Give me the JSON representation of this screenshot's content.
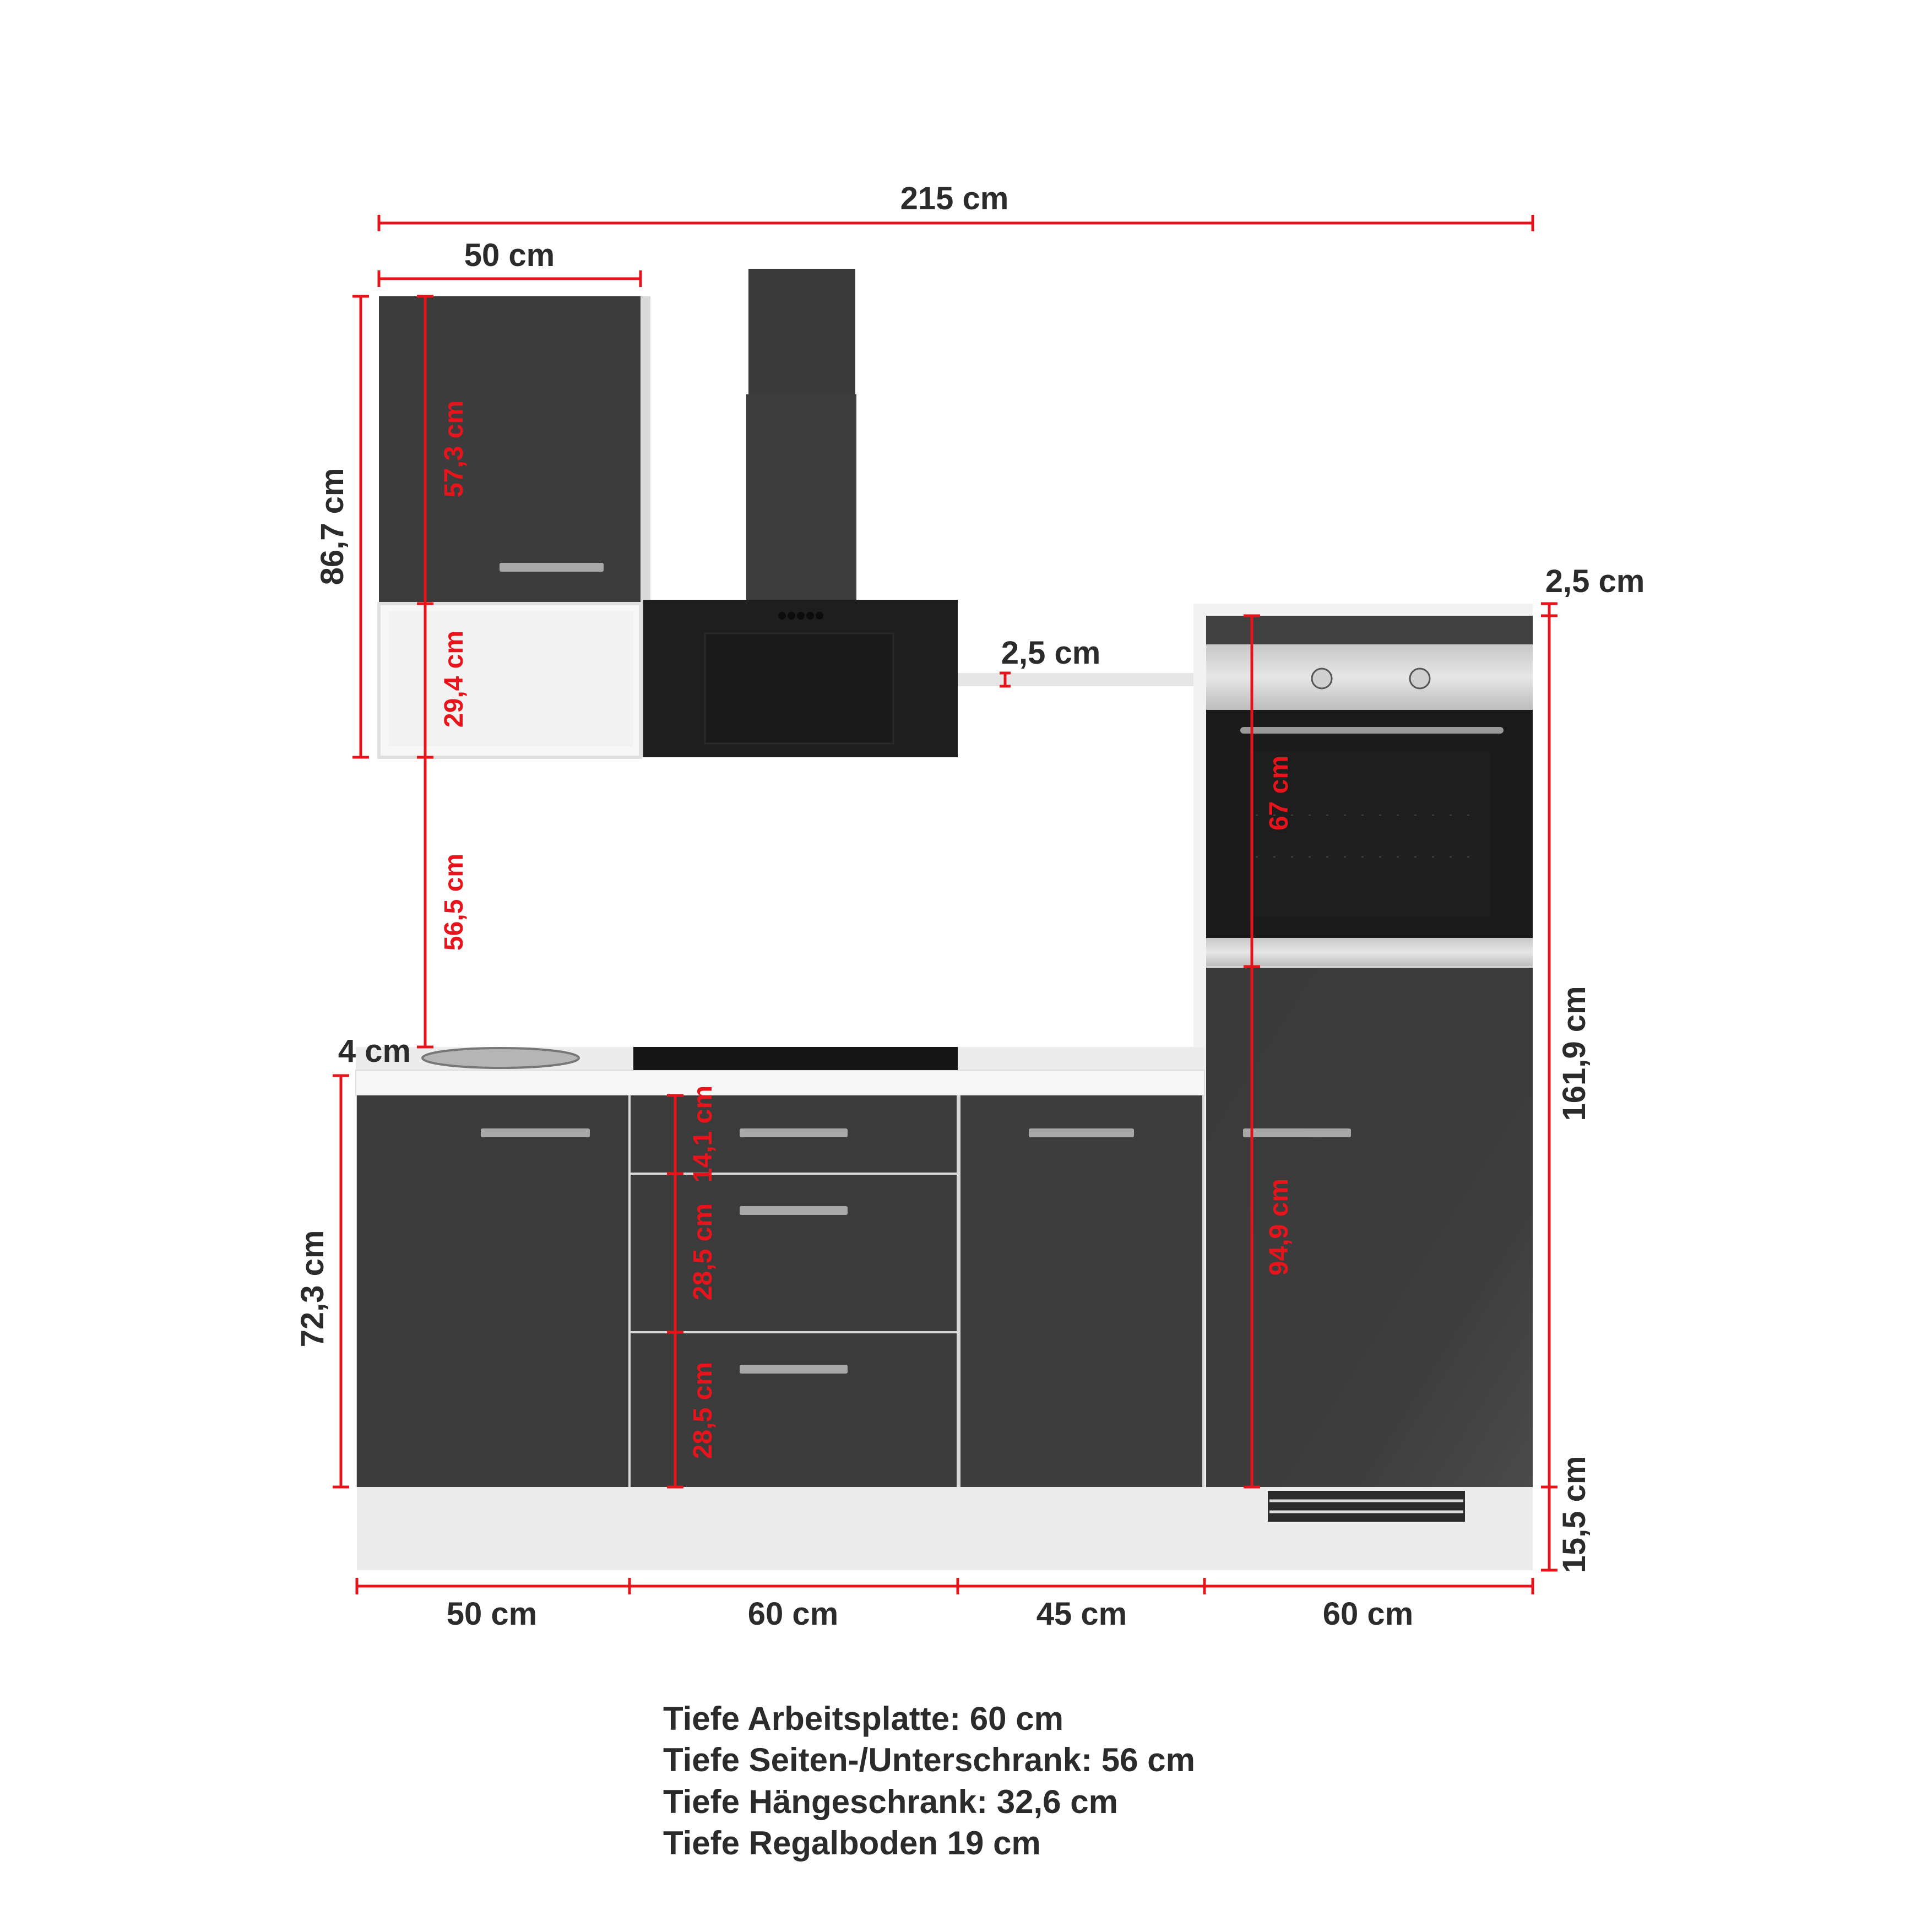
{
  "dimensions": {
    "total_width": "215 cm",
    "upper_cabinet_width": "50 cm",
    "upper_total_height": "86,7 cm",
    "upper_door_height": "57,3 cm",
    "upper_shelf_height": "29,4 cm",
    "gap_to_worktop": "56,5 cm",
    "shelf_thickness": "2,5 cm",
    "tall_top_thickness": "2,5 cm",
    "oven_height": "67 cm",
    "tall_lower_door": "94,9 cm",
    "tall_total_height": "161,9 cm",
    "plinth_height": "15,5 cm",
    "worktop_thickness": "4 cm",
    "base_height": "72,3 cm",
    "drawer_top": "14,1 cm",
    "drawer_middle": "28,5 cm",
    "drawer_bottom": "28,5 cm",
    "bottom_widths": [
      "50 cm",
      "60 cm",
      "45 cm",
      "60 cm"
    ]
  },
  "notes": [
    "Tiefe Arbeitsplatte: 60 cm",
    "Tiefe Seiten-/Unterschrank: 56 cm",
    "Tiefe Hängeschrank: 32,6 cm",
    "Tiefe Regalboden 19 cm"
  ],
  "colors": {
    "dimension_red": "#e8141c",
    "cabinet_front": "#3c3c3c",
    "carcass": "#f2f2f2"
  }
}
